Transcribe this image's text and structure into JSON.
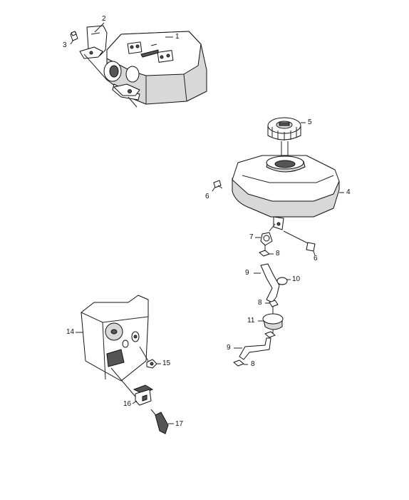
{
  "callouts": [
    {
      "id": "c1",
      "text": "1"
    },
    {
      "id": "c2",
      "text": "2"
    },
    {
      "id": "c3",
      "text": "3"
    },
    {
      "id": "c4",
      "text": "4"
    },
    {
      "id": "c5",
      "text": "5"
    },
    {
      "id": "c6a",
      "text": "6"
    },
    {
      "id": "c6b",
      "text": "6"
    },
    {
      "id": "c7",
      "text": "7"
    },
    {
      "id": "c8a",
      "text": "8"
    },
    {
      "id": "c8b",
      "text": "8"
    },
    {
      "id": "c8c",
      "text": "8"
    },
    {
      "id": "c9a",
      "text": "9"
    },
    {
      "id": "c9b",
      "text": "9"
    },
    {
      "id": "c10",
      "text": "10"
    },
    {
      "id": "c11",
      "text": "11"
    },
    {
      "id": "c14",
      "text": "14"
    },
    {
      "id": "c15",
      "text": "15"
    },
    {
      "id": "c16",
      "text": "16"
    },
    {
      "id": "c17",
      "text": "17"
    }
  ]
}
